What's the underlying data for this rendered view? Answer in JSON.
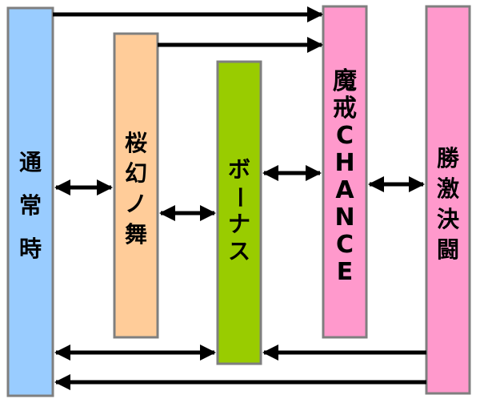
{
  "states": {
    "normal": {
      "chars": [
        "通",
        "常",
        "時"
      ]
    },
    "ouka": {
      "chars": [
        "桜",
        "幻",
        "ノ",
        "舞"
      ]
    },
    "bonus": {
      "chars": [
        "ボ",
        "ー",
        "ナ",
        "ス"
      ]
    },
    "makai": {
      "chars": [
        "魔",
        "戒",
        "C",
        "H",
        "A",
        "N",
        "C",
        "E"
      ]
    },
    "shobu": {
      "chars": [
        "勝",
        "激",
        "決",
        "闘"
      ]
    }
  },
  "colors": {
    "normal": "#99ccff",
    "ouka": "#ffcc99",
    "bonus": "#99cc00",
    "makai": "#ff99cc",
    "shobu": "#ff99cc",
    "border": "#7f7f7f",
    "arrow": "#000000"
  }
}
